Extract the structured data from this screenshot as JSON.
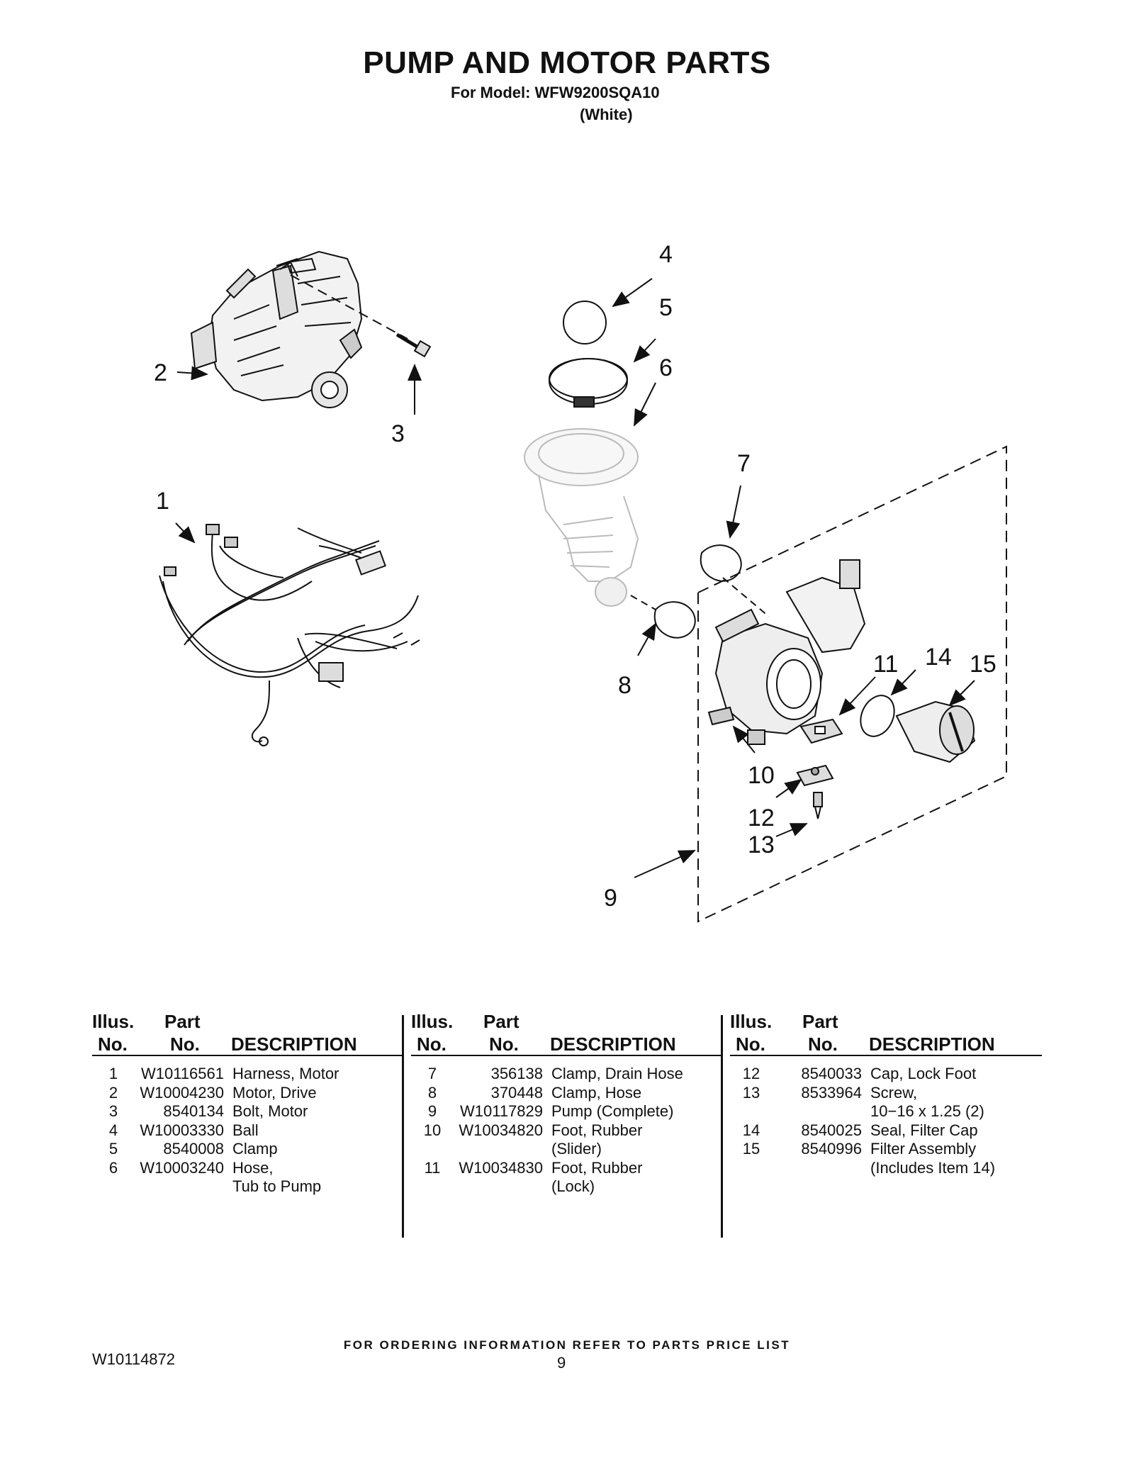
{
  "header": {
    "title": "PUMP AND MOTOR PARTS",
    "model_line": "For Model: WFW9200SQA10",
    "color": "(White)"
  },
  "callouts": [
    "1",
    "2",
    "3",
    "4",
    "5",
    "6",
    "7",
    "8",
    "9",
    "10",
    "11",
    "12",
    "13",
    "14",
    "15"
  ],
  "table": {
    "headers": {
      "illus_top": "Illus.",
      "illus_bottom": "No.",
      "part_top": "Part",
      "part_bottom": "No.",
      "description": "DESCRIPTION"
    },
    "columns": [
      [
        {
          "no": "1",
          "part": "W10116561",
          "desc": "Harness, Motor"
        },
        {
          "no": "2",
          "part": "W10004230",
          "desc": "Motor, Drive"
        },
        {
          "no": "3",
          "part": "8540134",
          "desc": "Bolt, Motor"
        },
        {
          "no": "4",
          "part": "W10003330",
          "desc": "Ball"
        },
        {
          "no": "5",
          "part": "8540008",
          "desc": "Clamp"
        },
        {
          "no": "6",
          "part": "W10003240",
          "desc": "Hose,"
        },
        {
          "no": "",
          "part": "",
          "desc": "Tub to Pump"
        }
      ],
      [
        {
          "no": "7",
          "part": "356138",
          "desc": "Clamp, Drain Hose"
        },
        {
          "no": "8",
          "part": "370448",
          "desc": "Clamp, Hose"
        },
        {
          "no": "9",
          "part": "W10117829",
          "desc": "Pump (Complete)"
        },
        {
          "no": "10",
          "part": "W10034820",
          "desc": "Foot, Rubber"
        },
        {
          "no": "",
          "part": "",
          "desc": "(Slider)"
        },
        {
          "no": "11",
          "part": "W10034830",
          "desc": "Foot, Rubber"
        },
        {
          "no": "",
          "part": "",
          "desc": "(Lock)"
        }
      ],
      [
        {
          "no": "12",
          "part": "8540033",
          "desc": "Cap, Lock Foot"
        },
        {
          "no": "13",
          "part": "8533964",
          "desc": "Screw,"
        },
        {
          "no": "",
          "part": "",
          "desc": "10−16 x 1.25 (2)"
        },
        {
          "no": "14",
          "part": "8540025",
          "desc": "Seal, Filter Cap"
        },
        {
          "no": "15",
          "part": "8540996",
          "desc": "Filter Assembly"
        },
        {
          "no": "",
          "part": "",
          "desc": "(Includes Item 14)"
        }
      ]
    ]
  },
  "footer": {
    "ordering_note": "FOR ORDERING INFORMATION REFER TO PARTS PRICE LIST",
    "doc_number": "W10114872",
    "page_number": "9"
  }
}
